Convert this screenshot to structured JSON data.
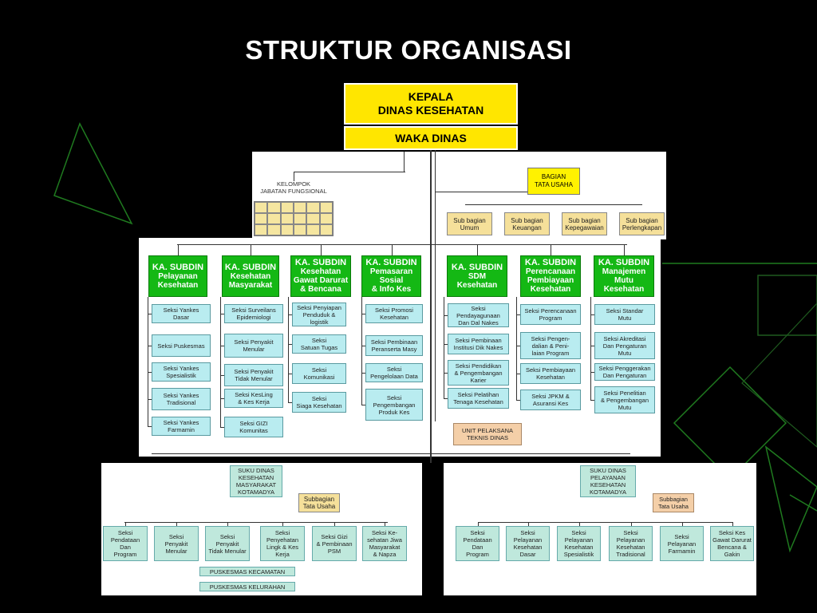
{
  "title": "STRUKTUR ORGANISASI",
  "top": {
    "kepala": [
      "KEPALA",
      "DINAS KESEHATAN"
    ],
    "waka": "WAKA DINAS"
  },
  "kelompok": "KELOMPOK\nJABATAN FUNGSIONAL",
  "bagian_tata_usaha": "BAGIAN\nTATA USAHA",
  "sub_bagian": [
    "Sub bagian\nUmum",
    "Sub bagian\nKeuangan",
    "Sub bagian\nKepegawaian",
    "Sub bagian\nPerlengkapan"
  ],
  "subdins": [
    {
      "head": "KA. SUBDIN",
      "name": "Pelayanan\nKesehatan",
      "seksi": [
        "Seksi Yankes\nDasar",
        "Seksi Puskesmas",
        "Seksi Yankes\nSpesialistik",
        "Seksi Yankes\nTradisional",
        "Seksi Yankes\nFarmamin"
      ]
    },
    {
      "head": "KA. SUBDIN",
      "name": "Kesehatan\nMasyarakat",
      "seksi": [
        "Seksi Surveilans\nEpidemiologi",
        "Seksi Penyakit\nMenular",
        "Seksi Penyakit\nTidak Menular",
        "Seksi KesLing\n& Kes Kerja",
        "Seksi GIZI\nKomunitas"
      ]
    },
    {
      "head": "KA. SUBDIN",
      "name": "Kesehatan\nGawat Darurat\n& Bencana",
      "seksi": [
        "Seksi Penyiapan\nPenduduk &\nlogistik",
        "Seksi\nSatuan Tugas",
        "Seksi\nKomunikasi",
        "Seksi\nSiaga Kesehatan"
      ]
    },
    {
      "head": "KA. SUBDIN",
      "name": "Pemasaran Sosial\n& Info Kes",
      "seksi": [
        "Seksi Promosi\nKesehatan",
        "Seksi Pembinaan\nPeranserta Masy",
        "Seksi\nPengelolaan Data",
        "Seksi\nPengembangan\nProduk Kes"
      ]
    },
    {
      "head": "KA. SUBDIN",
      "name": "SDM\nKesehatan",
      "seksi": [
        "Seksi\nPendayagunaan\nDan Dal Nakes",
        "Seksi Pembinaan\nInstitusi Dik Nakes",
        "Seksi Pendidikan\n& Pengembangan\nKarier",
        "Seksi Pelatihan\nTenaga Kesehatan"
      ]
    },
    {
      "head": "KA. SUBDIN",
      "name": "Perencanaan\nPembiayaan\nKesehatan",
      "seksi": [
        "Seksi Perencanaan\nProgram",
        "Seksi Pengen-\ndalian & Peni-\nlaian Program",
        "Seksi Pembiayaan\nKesehatan",
        "Seksi JPKM &\nAsuransi Kes"
      ]
    },
    {
      "head": "KA. SUBDIN",
      "name": "Manajemen\nMutu\nKesehatan",
      "seksi": [
        "Seksi Standar\nMutu",
        "Seksi Akreditasi\nDan Pengaturan\nMutu",
        "Seksi Penggerakan\nDan Pengaturan",
        "Seksi Penelitian\n& Pengembangan\nMutu"
      ]
    }
  ],
  "upt": "UNIT PELAKSANA\nTEKNIS DINAS",
  "sudin_left": {
    "head": "SUKU DINAS\nKESEHATAN\nMASYARAKAT\nKOTAMADYA",
    "tata_usaha": "Subbagian\nTata Usaha",
    "seksi": [
      "Seksi\nPendataan\nDan\nProgram",
      "Seksi\nPenyakit\nMenular",
      "Seksi\nPenyakit\nTidak Menular",
      "Seksi\nPenyehatan\nLingk & Kes\nKerja",
      "Seksi Gizi\n& Pembinaan\nPSM",
      "Seksi Ke-\nsehatan Jiwa\nMasyarakat\n& Napza"
    ],
    "puskesmas": [
      "PUSKESMAS KECAMATAN",
      "PUSKESMAS KELURAHAN"
    ]
  },
  "sudin_right": {
    "head": "SUKU DINAS\nPELAYANAN\nKESEHATAN\nKOTAMADYA",
    "tata_usaha": "Subbagian\nTata Usaha",
    "seksi": [
      "Seksi\nPendataan\nDan\nProgram",
      "Seksi\nPelayanan\nKesehatan\nDasar",
      "Seksi\nPelayanan\nKesehatan\nSpesialistik",
      "Seksi\nPelayanan\nKesehatan\nTradisional",
      "Seksi\nPelayanan\nFarmamin",
      "Seksi Kes\nGawat Darurat\nBencana &\nGakin"
    ]
  },
  "colors": {
    "background": "#000000",
    "accent_green": "#14b814",
    "yellow": "#ffe600",
    "cyan": "#b9ecf0",
    "decor": "#1e6e1e"
  }
}
